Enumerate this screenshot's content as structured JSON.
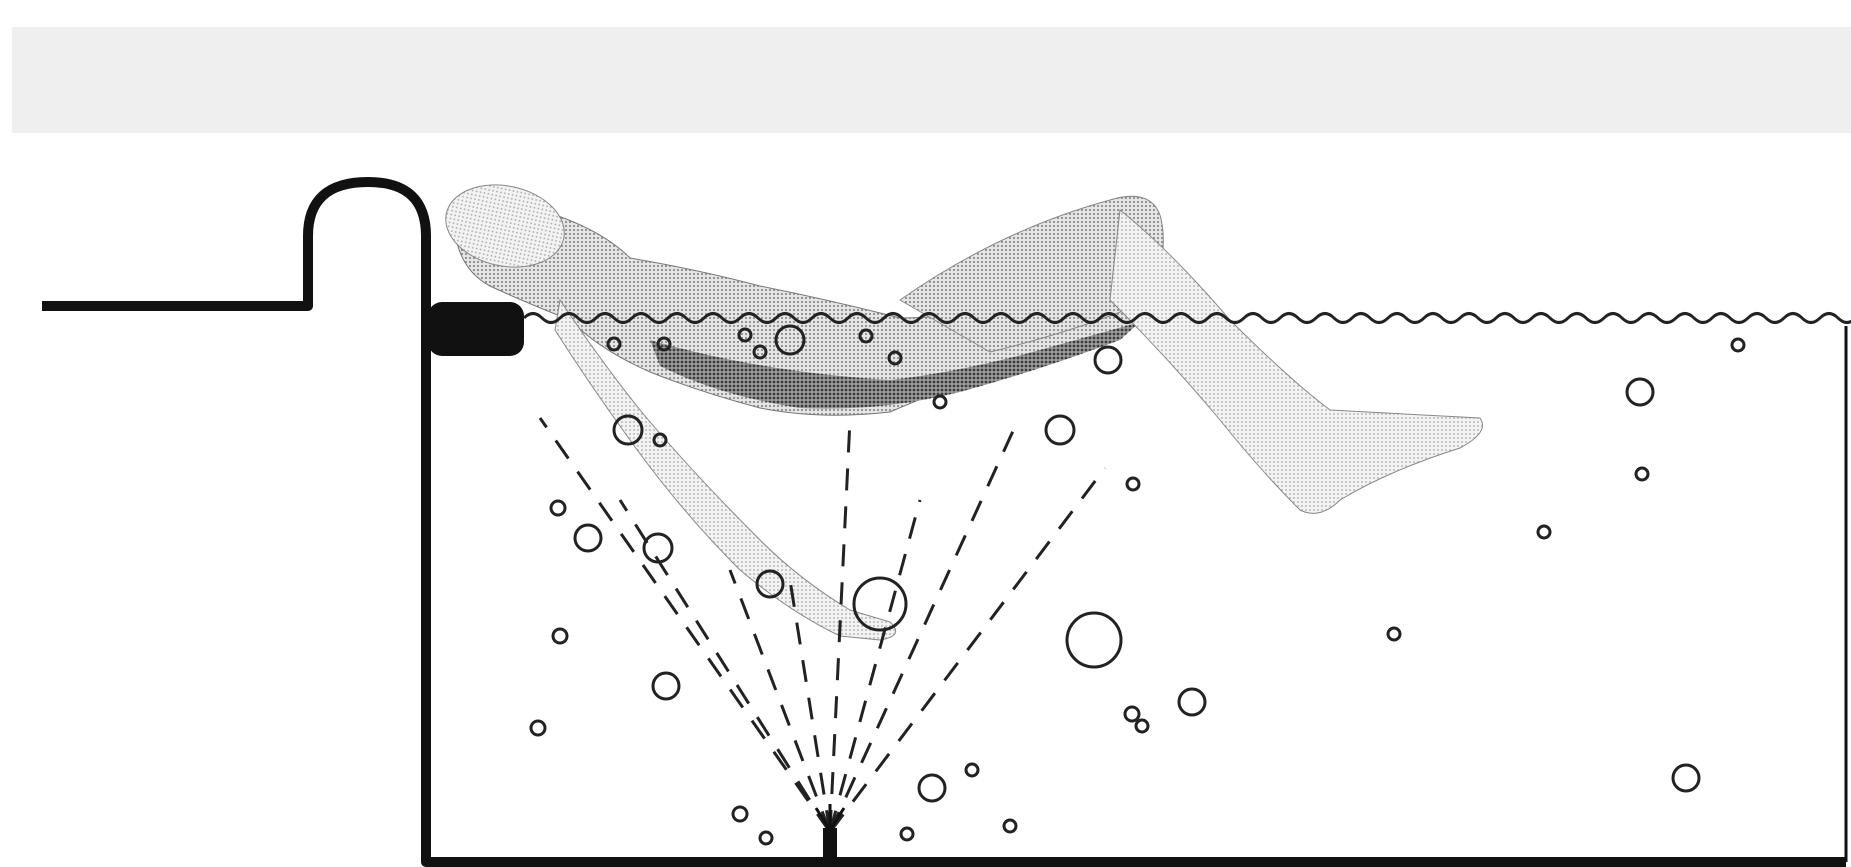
{
  "diagram": {
    "colors": {
      "background": "#ffffff",
      "band": "#efefef",
      "ink": "#111111",
      "figure_light": "#dcdcdc",
      "figure_mid": "#9a9a9a",
      "figure_dark": "#4a4a4a"
    },
    "elements": [
      "pool-edge",
      "jet-nozzle",
      "water-surface",
      "reclining-figure",
      "bubble-jet-fan",
      "floor-nozzle",
      "air-bubbles"
    ]
  }
}
